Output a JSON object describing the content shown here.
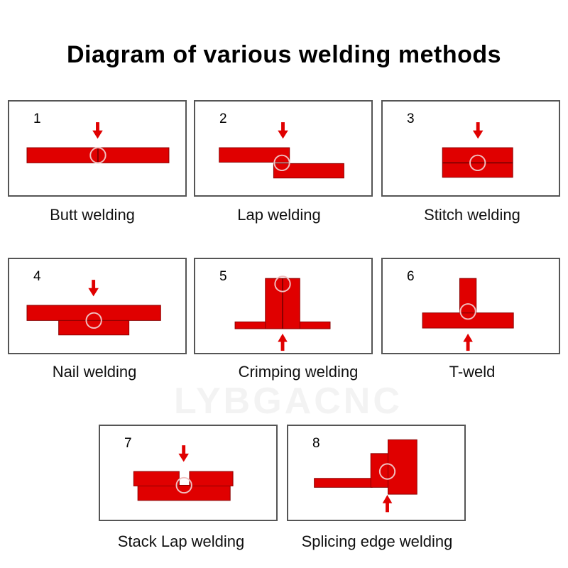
{
  "title": "Diagram of various welding methods",
  "watermark": "LYBGACNC",
  "colors": {
    "metal": "#e00000",
    "outline": "#8a0000",
    "marker": "#f0c0c0",
    "border": "#555555"
  },
  "panels": [
    {
      "number": "1",
      "caption": "Butt welding"
    },
    {
      "number": "2",
      "caption": "Lap welding"
    },
    {
      "number": "3",
      "caption": "Stitch welding"
    },
    {
      "number": "4",
      "caption": "Nail welding"
    },
    {
      "number": "5",
      "caption": "Crimping welding"
    },
    {
      "number": "6",
      "caption": "T-weld"
    },
    {
      "number": "7",
      "caption": "Stack Lap welding"
    },
    {
      "number": "8",
      "caption": "Splicing edge welding"
    }
  ]
}
